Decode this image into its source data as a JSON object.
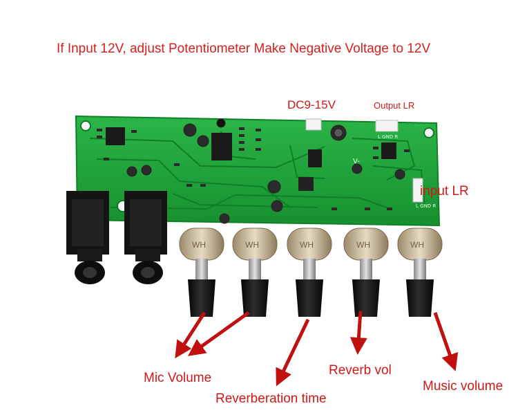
{
  "headline": "If Input 12V, adjust Potentiometer Make Negative Voltage to 12V",
  "labels": {
    "dc_input": "DC9-15V",
    "output": "Output LR",
    "input": "input LR",
    "mic_volume": "Mic Volume",
    "reverb_time": "Reverberation time",
    "reverb_vol": "Reverb vol",
    "music_volume": "Music volume"
  },
  "board_silk": {
    "gnd": "GND",
    "lgndr": "L GND R",
    "vminus": "V-",
    "pot_code": "WH"
  },
  "colors": {
    "pcb_green": "#1fa33a",
    "annotation_red": "#d01818",
    "knob_black": "#151515"
  }
}
